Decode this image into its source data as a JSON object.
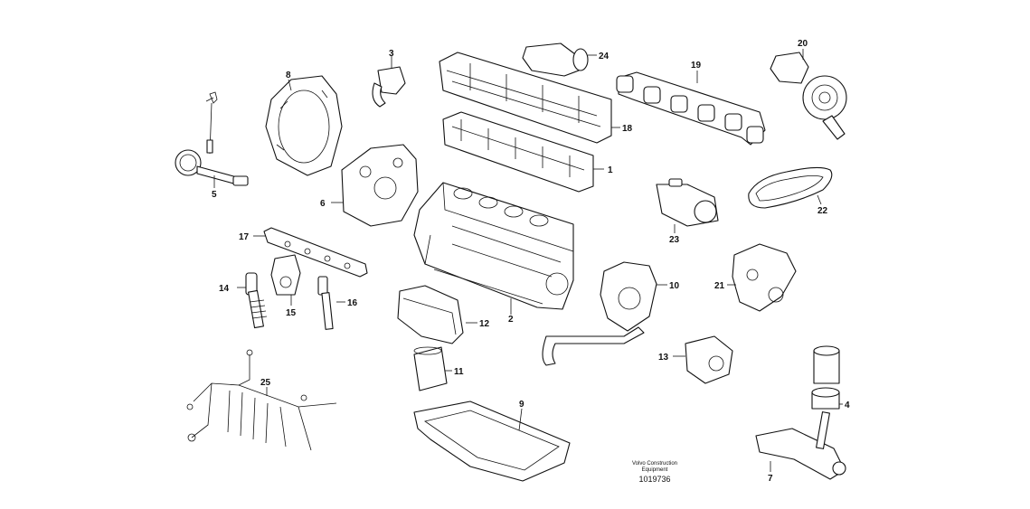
{
  "labels": [
    "1",
    "2",
    "3",
    "4",
    "5",
    "6",
    "7",
    "8",
    "9",
    "10",
    "11",
    "12",
    "13",
    "14",
    "15",
    "16",
    "17",
    "18",
    "19",
    "20",
    "21",
    "22",
    "23",
    "24",
    "25"
  ],
  "maker_line1": "Volvo Construction",
  "maker_line2": "Equipment",
  "reference_number": "1019736"
}
